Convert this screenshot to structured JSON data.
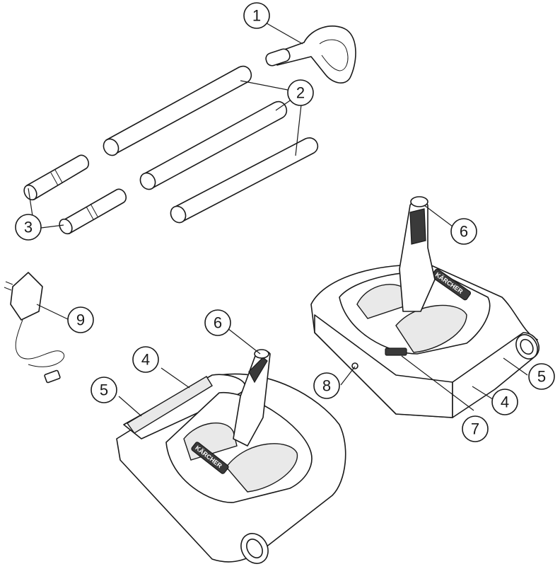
{
  "callouts": [
    {
      "label": "1"
    },
    {
      "label": "2"
    },
    {
      "label": "3"
    },
    {
      "label": "4"
    },
    {
      "label": "5"
    },
    {
      "label": "6"
    },
    {
      "label": "7"
    },
    {
      "label": "8"
    },
    {
      "label": "9"
    },
    {
      "label": "6"
    },
    {
      "label": "4"
    },
    {
      "label": "5"
    }
  ],
  "brand_text": "KÄRCHER",
  "colors": {
    "line": "#1a1a1a",
    "background": "#ffffff",
    "dark_fill": "#3a3a3a"
  }
}
